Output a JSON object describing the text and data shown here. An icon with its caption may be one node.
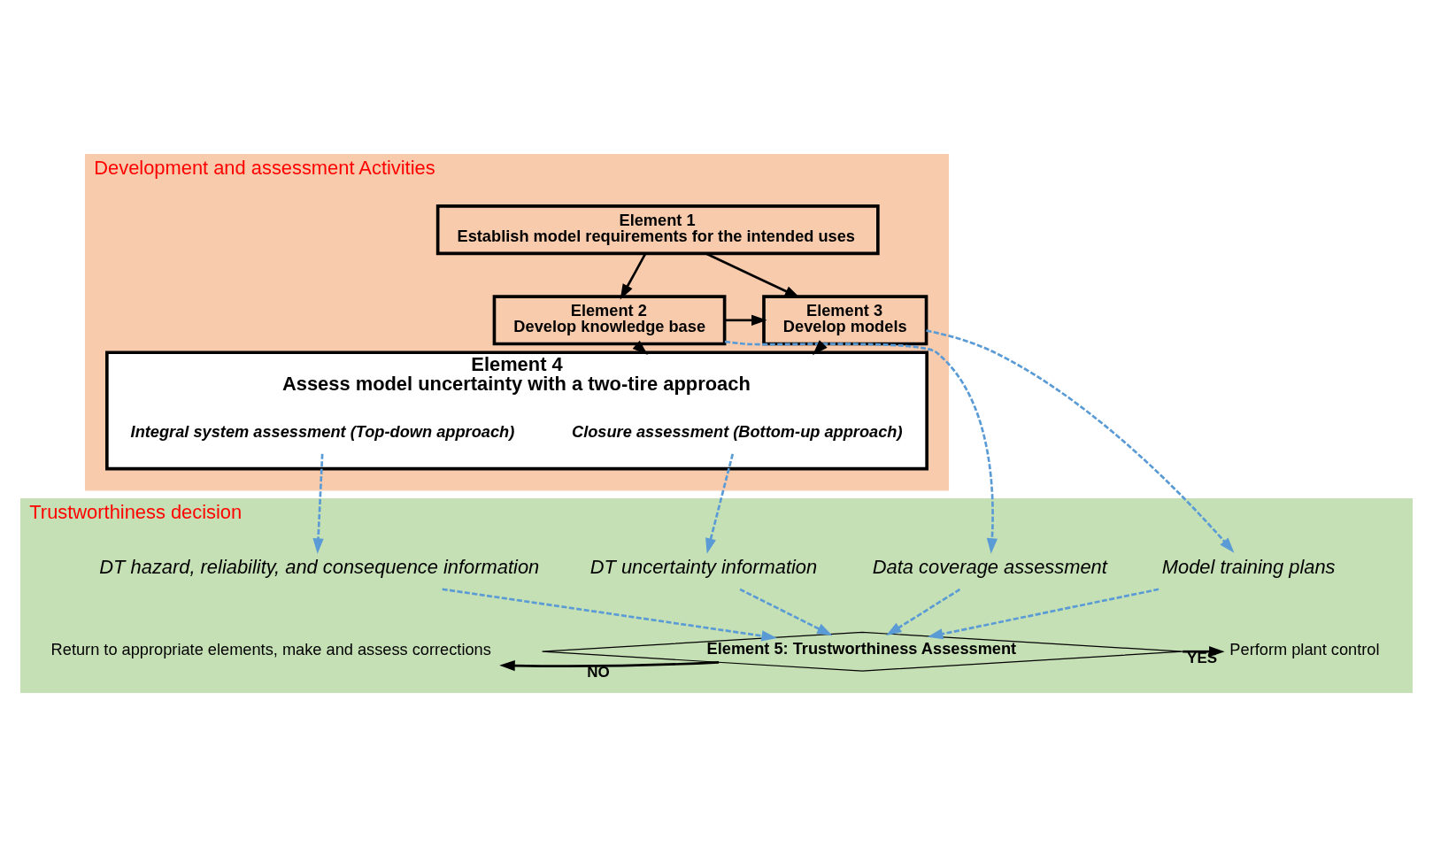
{
  "diagram": {
    "nodes": [
      {
        "text": [
          "Development and assessment Activities"
        ]
      },
      {
        "text": [
          "Element 1",
          "Establish model requirements for the intended uses"
        ],
        "in": 0
      },
      {
        "text": [
          "Element 2",
          "Develop knowledge base"
        ],
        "in": 0
      },
      {
        "text": [
          "Element 3",
          "Develop models"
        ],
        "in": 0
      },
      {
        "text": [
          "Element 4",
          "Assess model uncertainty with a two-tire approach"
        ],
        "in": 0
      },
      {
        "text": [
          "Closure assessment (Bottom-up approach)"
        ],
        "in": 4
      },
      {
        "text": [
          "Integral system assessment (Top-down approach)"
        ],
        "in": 4
      },
      {
        "text": [
          "Trustworthiness decision"
        ]
      },
      {
        "text": [
          "Data coverage assessment"
        ],
        "in": 7
      },
      {
        "text": [
          "DT uncertainty information"
        ],
        "in": 7
      },
      {
        "text": [
          "DT hazard, reliability, and consequence information"
        ],
        "in": 7
      },
      {
        "text": [
          "Model training plans"
        ],
        "in": 7
      },
      {
        "text": [
          "Element 5: Trustworthiness Assessment"
        ],
        "in": 7
      },
      {
        "text": [
          "Return to appropriate elements, make and assess corrections"
        ],
        "in": 7
      },
      {
        "text": [
          "Perform plant control"
        ],
        "in": 7
      }
    ],
    "edges": [
      {
        "from": 1,
        "to": 2,
        "arrow": "to",
        "color": "#000000"
      },
      {
        "from": 1,
        "to": 3,
        "arrow": "to",
        "color": "#000000"
      },
      {
        "from": 2,
        "to": 3,
        "arrow": "to",
        "color": "#000000"
      },
      {
        "from": 2,
        "to": 4,
        "arrow": "to",
        "color": "#000000"
      },
      {
        "from": 3,
        "to": 4,
        "arrow": "to",
        "color": "#000000"
      },
      {
        "from": 2,
        "to": 8,
        "arrow": "to",
        "style": "dashed",
        "color": "#5b9bd5"
      },
      {
        "from": 5,
        "to": 9,
        "arrow": "to",
        "style": "dashed",
        "color": "#5b9bd5"
      },
      {
        "from": 6,
        "to": 10,
        "arrow": "to",
        "style": "dashed",
        "color": "#5b9bd5"
      },
      {
        "from": 3,
        "to": 11,
        "arrow": "to",
        "style": "dashed",
        "color": "#5b9bd5"
      },
      {
        "from": 8,
        "to": 12,
        "arrow": "to",
        "style": "dashed",
        "color": "#5b9bd5"
      },
      {
        "from": 9,
        "to": 12,
        "arrow": "to",
        "style": "dashed",
        "color": "#5b9bd5"
      },
      {
        "from": 10,
        "to": 12,
        "arrow": "to",
        "style": "dashed",
        "color": "#5b9bd5"
      },
      {
        "from": 11,
        "to": 12,
        "arrow": "to",
        "style": "dashed",
        "color": "#5b9bd5"
      },
      {
        "from": 12,
        "to": 13,
        "arrow": "to",
        "label": "NO",
        "color": "#000000"
      },
      {
        "from": 12,
        "to": 14,
        "arrow": "to",
        "label": "YES",
        "color": "#000000"
      }
    ]
  }
}
